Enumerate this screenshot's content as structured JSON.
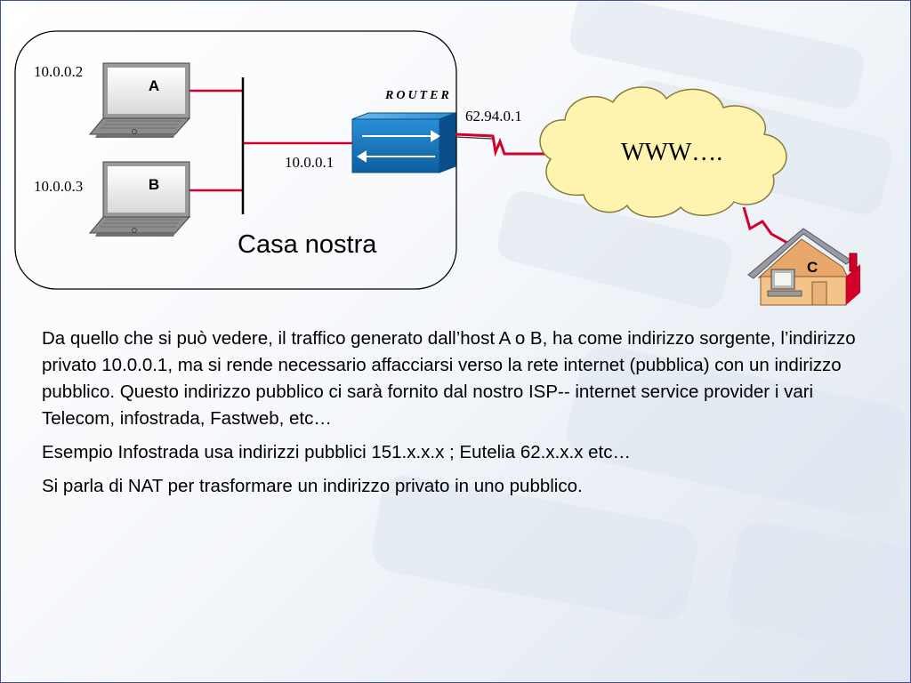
{
  "diagram": {
    "hosts": [
      {
        "name": "A",
        "ip": "10.0.0.2"
      },
      {
        "name": "B",
        "ip": "10.0.0.3"
      }
    ],
    "router": {
      "label": "ROUTER",
      "lan_ip": "10.0.0.1",
      "wan_ip": "62.94.0.1"
    },
    "internet_cloud_label": "WWW….",
    "remote_host_label": "C",
    "home_network_label": "Casa nostra"
  },
  "paragraphs": [
    "Da quello che si può vedere, il traffico generato dall’host A o B, ha come indirizzo sorgente, l’indirizzo privato 10.0.0.1, ma si rende necessario affacciarsi verso la rete internet (pubblica) con un indirizzo pubblico. Questo indirizzo pubblico ci sarà fornito dal nostro ISP-- internet service provider i vari Telecom, infostrada, Fastweb, etc…",
    "Esempio Infostrada usa indirizzi pubblici 151.x.x.x ; Eutelia 62.x.x.x etc…",
    "Si parla di NAT per trasformare un indirizzo privato in uno pubblico."
  ],
  "colors": {
    "router_blue": "#1f7fc4",
    "link_red": "#d4002a",
    "cloud_fill": "#fff3b0",
    "slide_border": "#3e4f9e"
  }
}
